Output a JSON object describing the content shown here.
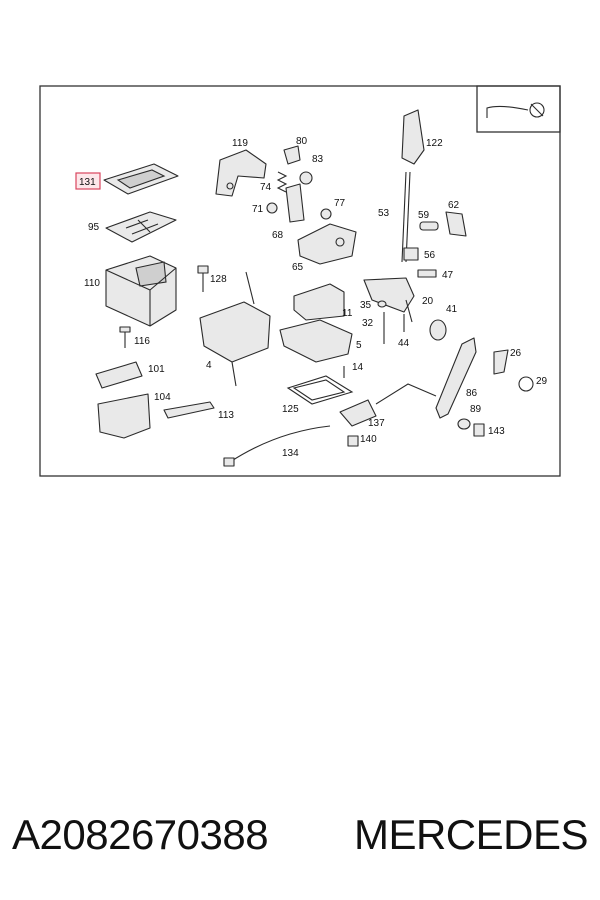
{
  "labels": [
    "131",
    "95",
    "110",
    "128",
    "116",
    "119",
    "80",
    "83",
    "74",
    "71",
    "68",
    "77",
    "65",
    "122",
    "53",
    "59",
    "62",
    "56",
    "47",
    "20",
    "35",
    "32",
    "11",
    "5",
    "41",
    "44",
    "26",
    "86",
    "29",
    "89",
    "143",
    "14",
    "125",
    "137",
    "140",
    "4",
    "101",
    "104",
    "113",
    "134"
  ],
  "highlighted_label": "131",
  "footer": {
    "part_number": "A2082670388",
    "brand": "MERCEDES"
  },
  "colors": {
    "highlight_border": "#d9455f",
    "highlight_fill": "#fde7ea",
    "line": "#2b2b2b"
  },
  "icons": [
    "gear-knob-symbol-icon"
  ]
}
